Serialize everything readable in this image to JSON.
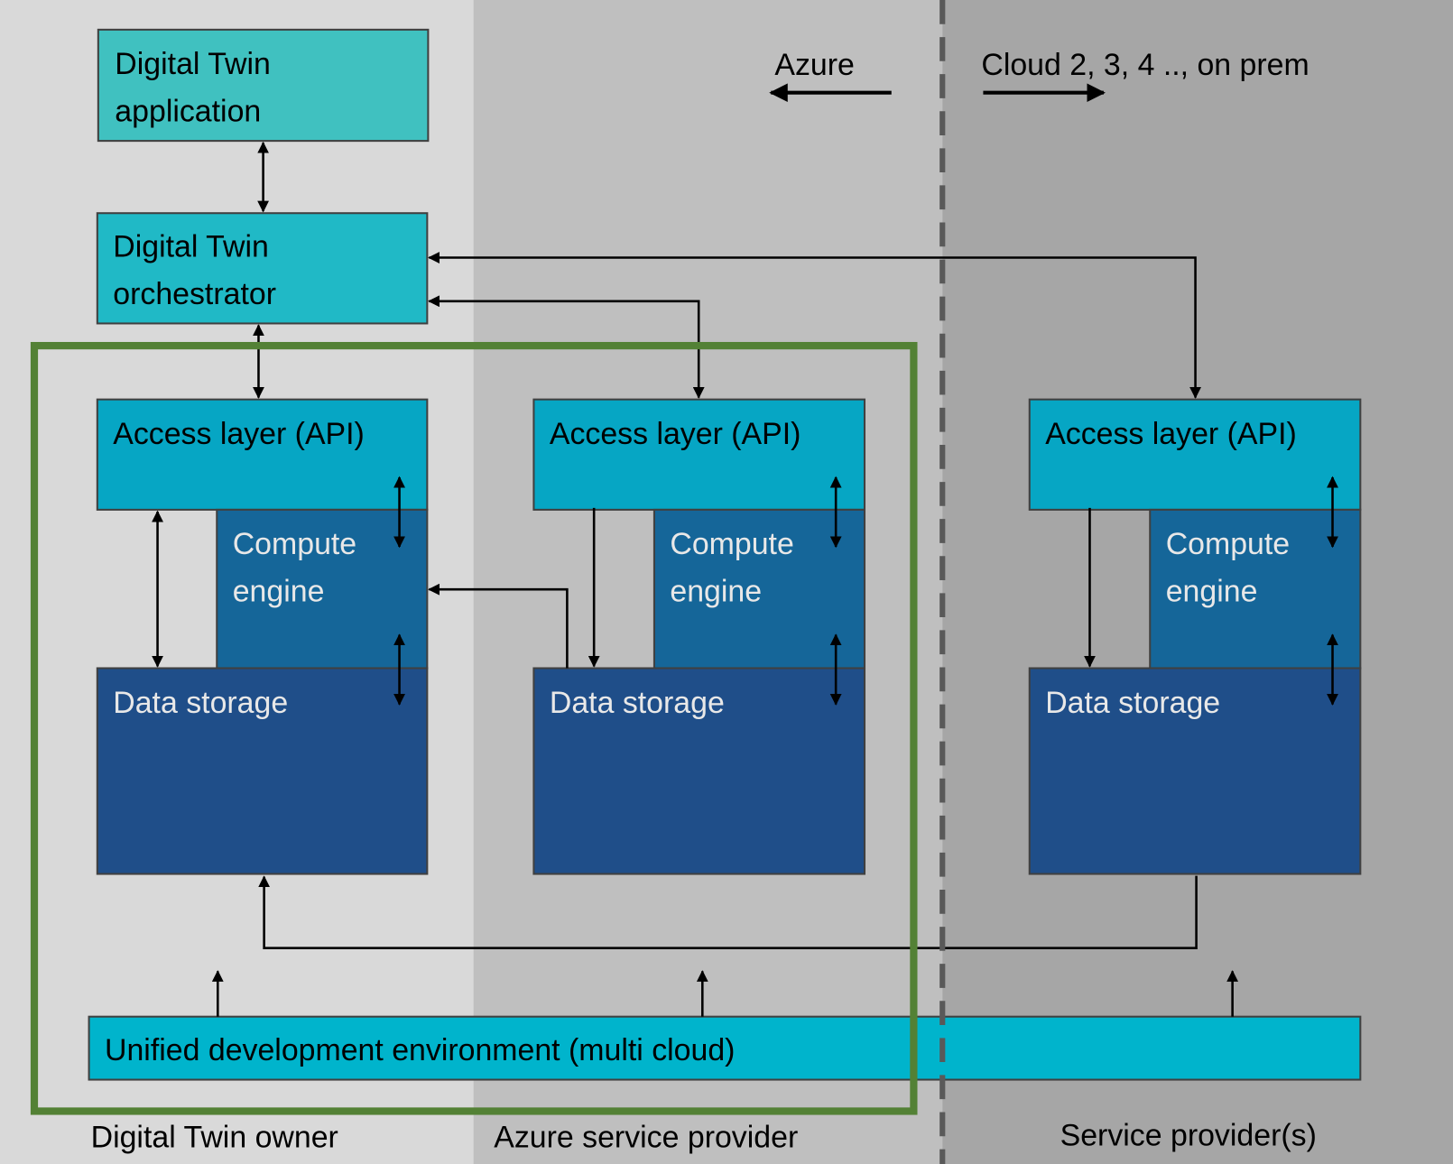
{
  "colors": {
    "owner_zone": "#d9d9d9",
    "azure_zone": "#bfbfbf",
    "other_zone": "#a6a6a6",
    "application": "#40c1c0",
    "orchestrator": "#20b9c6",
    "access_layer": "#06a6c4",
    "compute_engine": "#156699",
    "data_storage": "#1f4e89",
    "unified_env": "#00b4cc",
    "boundary_frame": "#538135",
    "divider": "#595959"
  },
  "application": {
    "line1": "Digital Twin",
    "line2": "application"
  },
  "orchestrator": {
    "line1": "Digital Twin",
    "line2": "orchestrator"
  },
  "stacks": [
    {
      "access": "Access layer (API)",
      "compute1": "Compute",
      "compute2": "engine",
      "storage": "Data storage"
    },
    {
      "access": "Access layer (API)",
      "compute1": "Compute",
      "compute2": "engine",
      "storage": "Data storage"
    },
    {
      "access": "Access layer (API)",
      "compute1": "Compute",
      "compute2": "engine",
      "storage": "Data storage"
    }
  ],
  "direction": {
    "azure": "Azure",
    "other": "Cloud 2, 3, 4 .., on prem"
  },
  "unified": "Unified development environment (multi cloud)",
  "zones": {
    "owner": "Digital Twin owner",
    "azure": "Azure service provider",
    "other": "Service provider(s)"
  }
}
